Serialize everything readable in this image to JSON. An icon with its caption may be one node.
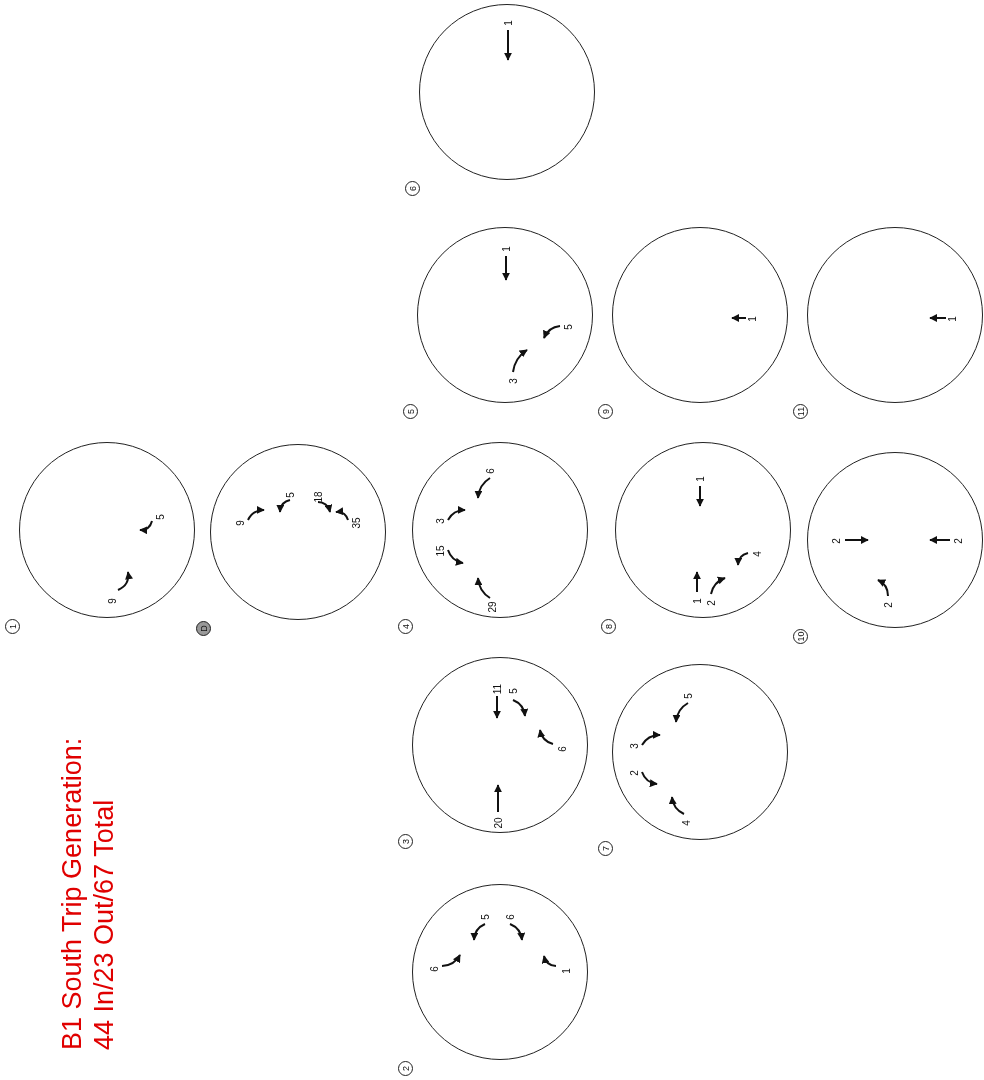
{
  "diagram": {
    "title": "B1 South Trip Generation: 44 In/23 Out/67 Total",
    "nodes": [
      {
        "text": [
          "9",
          "5"
        ],
        "beside": [
          "1"
        ]
      },
      {
        "text": [
          "9",
          "5",
          "18",
          "35"
        ],
        "beside": [
          "D"
        ]
      },
      {
        "text": [
          "6",
          "5",
          "6",
          "1"
        ],
        "beside": [
          "2"
        ]
      },
      {
        "text": [
          "20",
          "11",
          "5",
          "6"
        ],
        "beside": [
          "3"
        ]
      },
      {
        "text": [
          "6",
          "3",
          "15",
          "29"
        ],
        "beside": [
          "4"
        ]
      },
      {
        "text": [
          "1",
          "5",
          "3"
        ],
        "beside": [
          "5"
        ]
      },
      {
        "text": [
          "1"
        ],
        "beside": [
          "6"
        ]
      },
      {
        "text": [
          "5",
          "3",
          "2",
          "4"
        ],
        "beside": [
          "7"
        ]
      },
      {
        "text": [
          "1",
          "4",
          "1",
          "2"
        ],
        "beside": [
          "8"
        ]
      },
      {
        "text": [
          "1"
        ],
        "beside": [
          "9"
        ]
      },
      {
        "text": [
          "2",
          "2",
          "2"
        ],
        "beside": [
          "10"
        ]
      },
      {
        "text": [
          "1"
        ],
        "beside": [
          "11"
        ]
      }
    ]
  }
}
